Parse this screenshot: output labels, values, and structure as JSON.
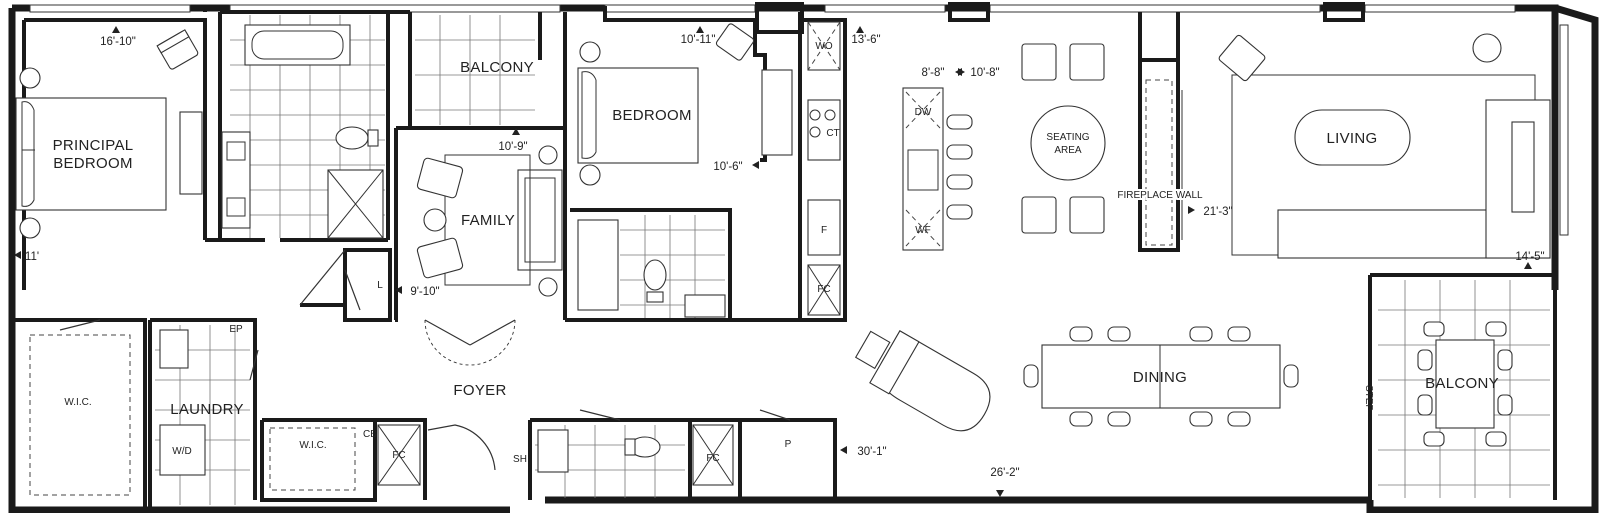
{
  "rooms": {
    "principal_bedroom_line1": "PRINCIPAL",
    "principal_bedroom_line2": "BEDROOM",
    "bedroom": "BEDROOM",
    "family": "FAMILY",
    "balcony_top": "BALCONY",
    "balcony_right": "BALCONY",
    "seating_line1": "SEATING",
    "seating_line2": "AREA",
    "living": "LIVING",
    "dining": "DINING",
    "foyer": "FOYER",
    "laundry": "LAUNDRY",
    "wic_left": "W.I.C.",
    "wic_mid": "W.I.C.",
    "fireplace_wall": "FIREPLACE WALL"
  },
  "labels": {
    "wo": "WO",
    "ct": "CT",
    "f": "F",
    "fc_kitchen": "FC",
    "dw": "DW",
    "wf": "WF",
    "l": "L",
    "ep": "EP",
    "wd": "W/D",
    "cb": "CB",
    "fc_foyer": "FC",
    "sh": "SH",
    "fc_bath": "FC",
    "p": "P",
    "step": "STEP"
  },
  "dimensions": {
    "principal_width": "16'-10\"",
    "principal_depth": "11'",
    "bedroom_width": "10'-11\"",
    "bedroom_depth": "10'-6\"",
    "family_width": "10'-9\"",
    "family_depth": "9'-10\"",
    "kitchen_width": "13'-6\"",
    "island_a": "8'-8\"",
    "island_b": "10'-8\"",
    "living_depth": "21'-3\"",
    "balcony_depth": "14'-5\"",
    "foyer_length": "30'-1\"",
    "dining_length": "26'-2\""
  }
}
